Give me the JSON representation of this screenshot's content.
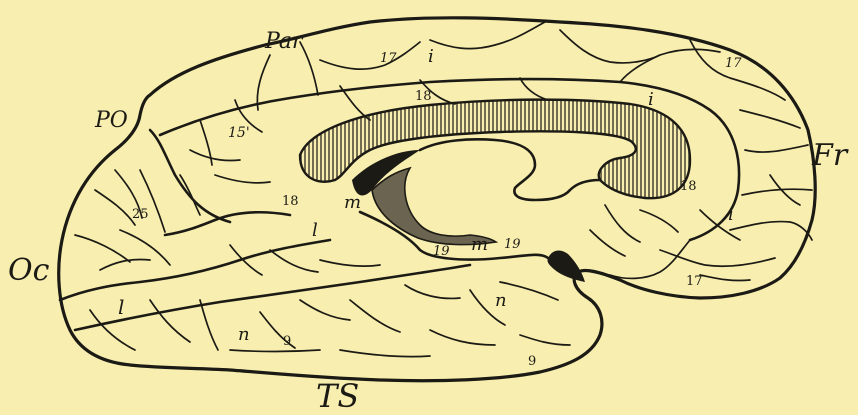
{
  "figure": {
    "background_color": "#f7eeb0",
    "ink_color": "#1c1a14",
    "region_labels": {
      "parietal": "Par",
      "parieto_occipital": "PO",
      "frontal": "Fr",
      "occipital": "Oc",
      "temporal": "TS"
    },
    "labels": {
      "n17_top": "17",
      "i_top": "i",
      "n17_upper_right": "17",
      "i_right_upper": "i",
      "n18_top": "18",
      "n15": "15'",
      "n18_right": "18",
      "i_right_lower": "i",
      "n18_left": "18",
      "m_left": "m",
      "n25": "25",
      "l_mid": "l",
      "n19_a": "19",
      "m_bottom": "m",
      "n19_b": "19",
      "n17_lower_right": "17",
      "l_lower": "l",
      "n_right": "n",
      "n_left": "n",
      "n9_left": "9",
      "n9_right": "9"
    }
  }
}
